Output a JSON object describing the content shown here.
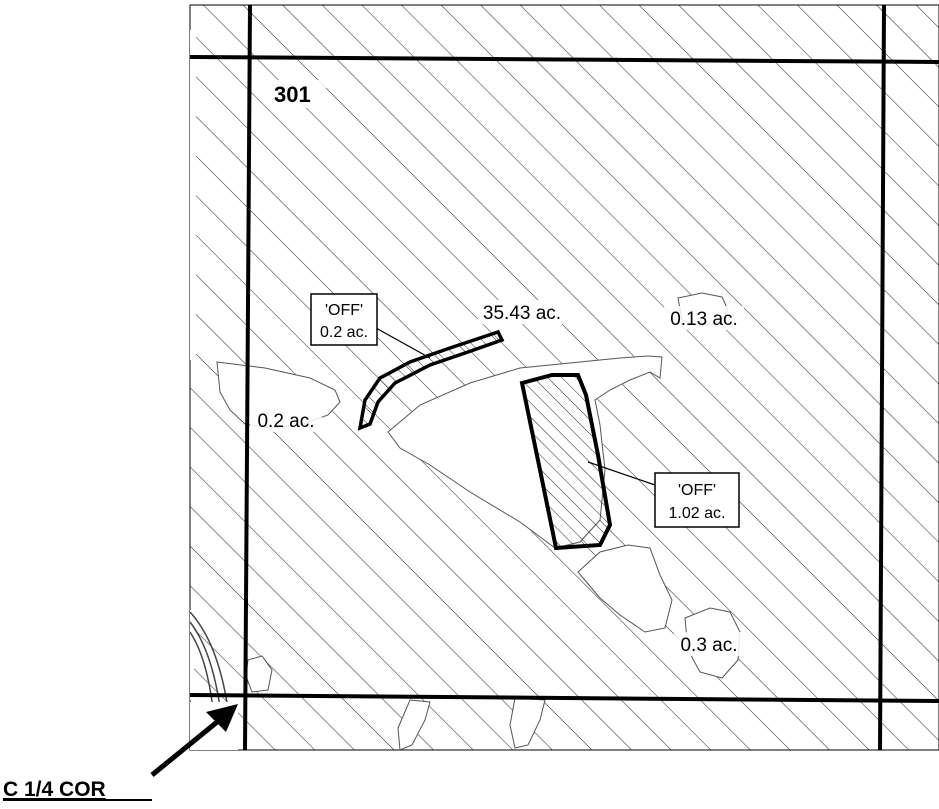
{
  "map": {
    "section_number": "301",
    "parcel_main_area": "35.43 ac.",
    "areas": {
      "small_top_right": "0.13 ac.",
      "left_polygon": "0.2 ac.",
      "bottom_right_polygon": "0.3 ac."
    },
    "callouts": {
      "off_small": {
        "status": "'OFF'",
        "area": "0.2 ac."
      },
      "off_large": {
        "status": "'OFF'",
        "area": "1.02 ac."
      }
    },
    "corner_label": "C 1/4 COR"
  }
}
